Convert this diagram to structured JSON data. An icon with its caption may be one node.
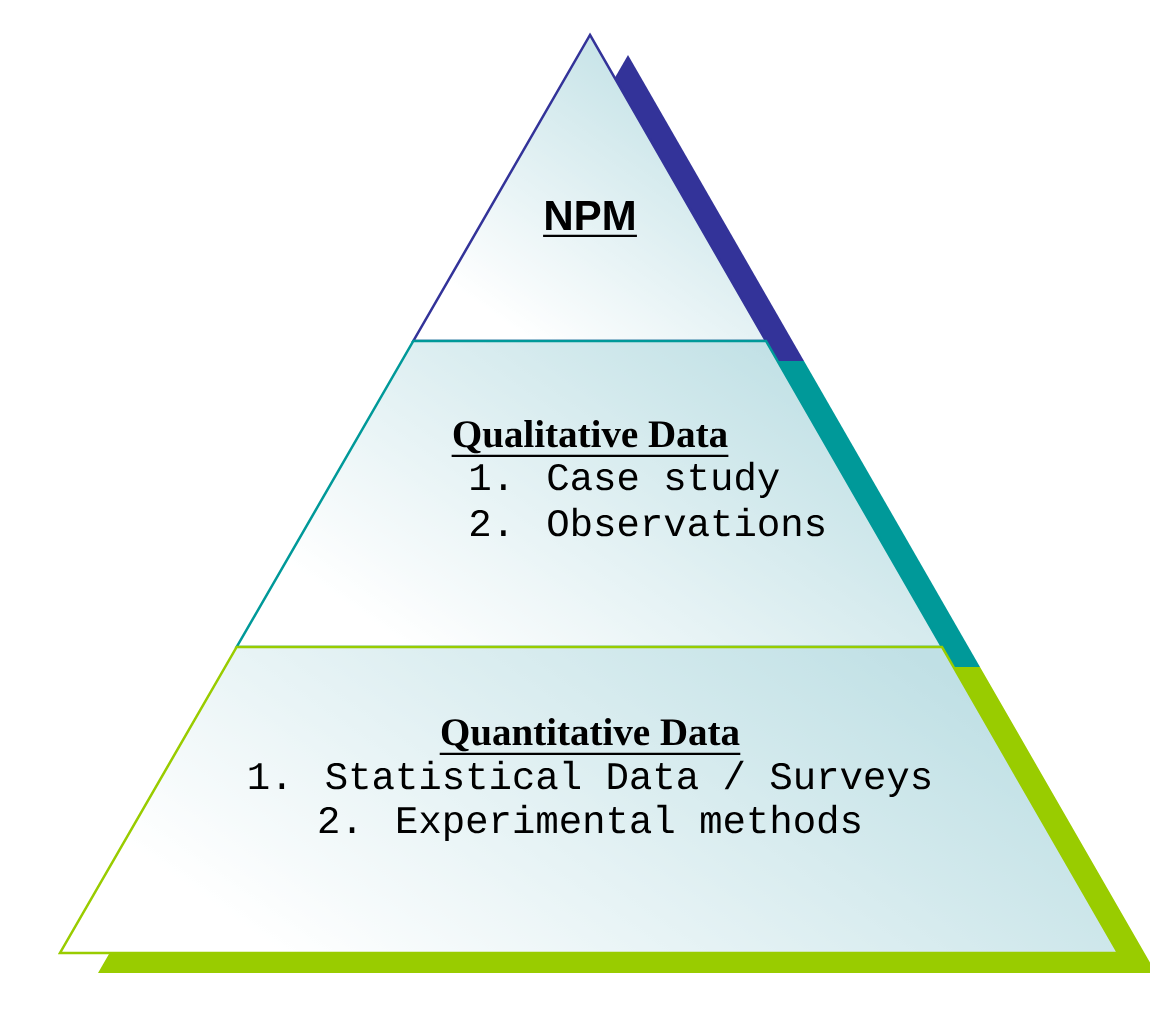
{
  "diagram": {
    "nodes": [
      {
        "text": [
          "NPM"
        ]
      },
      {
        "text": [
          "Qualitative Data",
          "1. Case study",
          "2. Observations"
        ]
      },
      {
        "text": [
          "Quantitative Data",
          "1. Statistical Data / Surveys",
          "2. Experimental methods"
        ]
      }
    ]
  }
}
